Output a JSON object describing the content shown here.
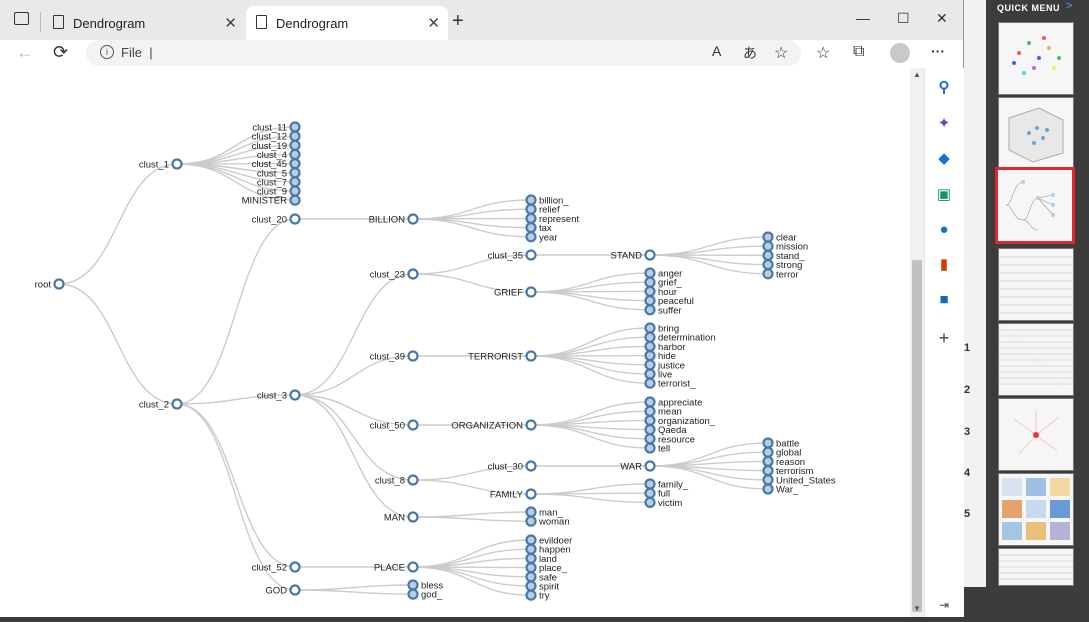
{
  "browser": {
    "tabs": [
      {
        "title": "Dendrogram",
        "active": false
      },
      {
        "title": "Dendrogram",
        "active": true
      }
    ],
    "new_tab": "+",
    "address": {
      "protocol_label": "File",
      "cursor": "|"
    }
  },
  "window_controls": {
    "minimize": "—",
    "maximize": "☐",
    "close": "✕"
  },
  "nav_icons": {
    "back": "←",
    "reload": "⟳"
  },
  "toolbar_icons": {
    "read_aloud": "A",
    "translate": "あ",
    "favorites_add": "☆",
    "favorites": "☆",
    "collections": "⧉",
    "more": "···"
  },
  "sidebar_icons": [
    "search-icon",
    "copilot-icon",
    "shopping-tag-icon",
    "tools-icon",
    "games-icon",
    "office-icon",
    "outlook-icon",
    "add-icon"
  ],
  "quick_menu": {
    "title": "QUICK MENU",
    "arrow": ">",
    "row_numbers": [
      "1",
      "2",
      "3",
      "4",
      "5"
    ],
    "thumbnails": [
      "scatter-3d",
      "scatter-3d-cube",
      "dendrogram",
      "table",
      "table",
      "network",
      "grid-charts",
      "table"
    ],
    "selected_index": 2,
    "accent": "#e0262e"
  },
  "dendrogram": {
    "colors": {
      "node_stroke": "#4a78a8",
      "link": "#cccccc",
      "leaf_fill": "#b7cde3"
    },
    "nodes": {
      "root": "root",
      "clust_1": "clust_1",
      "clust_2": "clust_2",
      "clust_20": "clust_20",
      "clust_3": "clust_3",
      "clust_52": "clust_52",
      "GOD": "GOD",
      "BILLION": "BILLION",
      "clust_23": "clust_23",
      "clust_39": "clust_39",
      "clust_50": "clust_50",
      "clust_8": "clust_8",
      "MAN": "MAN",
      "PLACE": "PLACE",
      "clust_35": "clust_35",
      "GRIEF": "GRIEF",
      "TERRORIST": "TERRORIST",
      "ORGANIZATION": "ORGANIZATION",
      "clust_30": "clust_30",
      "FAMILY": "FAMILY",
      "STAND": "STAND",
      "WAR": "WAR"
    },
    "leaves": {
      "clust_1": [
        "clust_11",
        "clust_12",
        "clust_19",
        "clust_4",
        "clust_45",
        "clust_5",
        "clust_7",
        "clust_9",
        "MINISTER"
      ],
      "BILLION": [
        "billion_",
        "relief",
        "represent",
        "tax",
        "year"
      ],
      "STAND": [
        "clear",
        "mission",
        "stand_",
        "strong",
        "terror"
      ],
      "GRIEF": [
        "anger",
        "grief_",
        "hour",
        "peaceful",
        "suffer"
      ],
      "TERRORIST": [
        "bring",
        "determination",
        "harbor",
        "hide",
        "justice",
        "live",
        "terrorist_"
      ],
      "ORGANIZATION": [
        "appreciate",
        "mean",
        "organization_",
        "Qaeda",
        "resource",
        "tell"
      ],
      "WAR": [
        "battle",
        "global",
        "reason",
        "terrorism",
        "United_States",
        "War_"
      ],
      "FAMILY": [
        "family_",
        "full",
        "victim"
      ],
      "MAN": [
        "man_",
        "woman"
      ],
      "PLACE": [
        "evildoer",
        "happen",
        "land",
        "place_",
        "safe",
        "spirit",
        "try"
      ],
      "GOD": [
        "bless",
        "god_"
      ]
    }
  }
}
